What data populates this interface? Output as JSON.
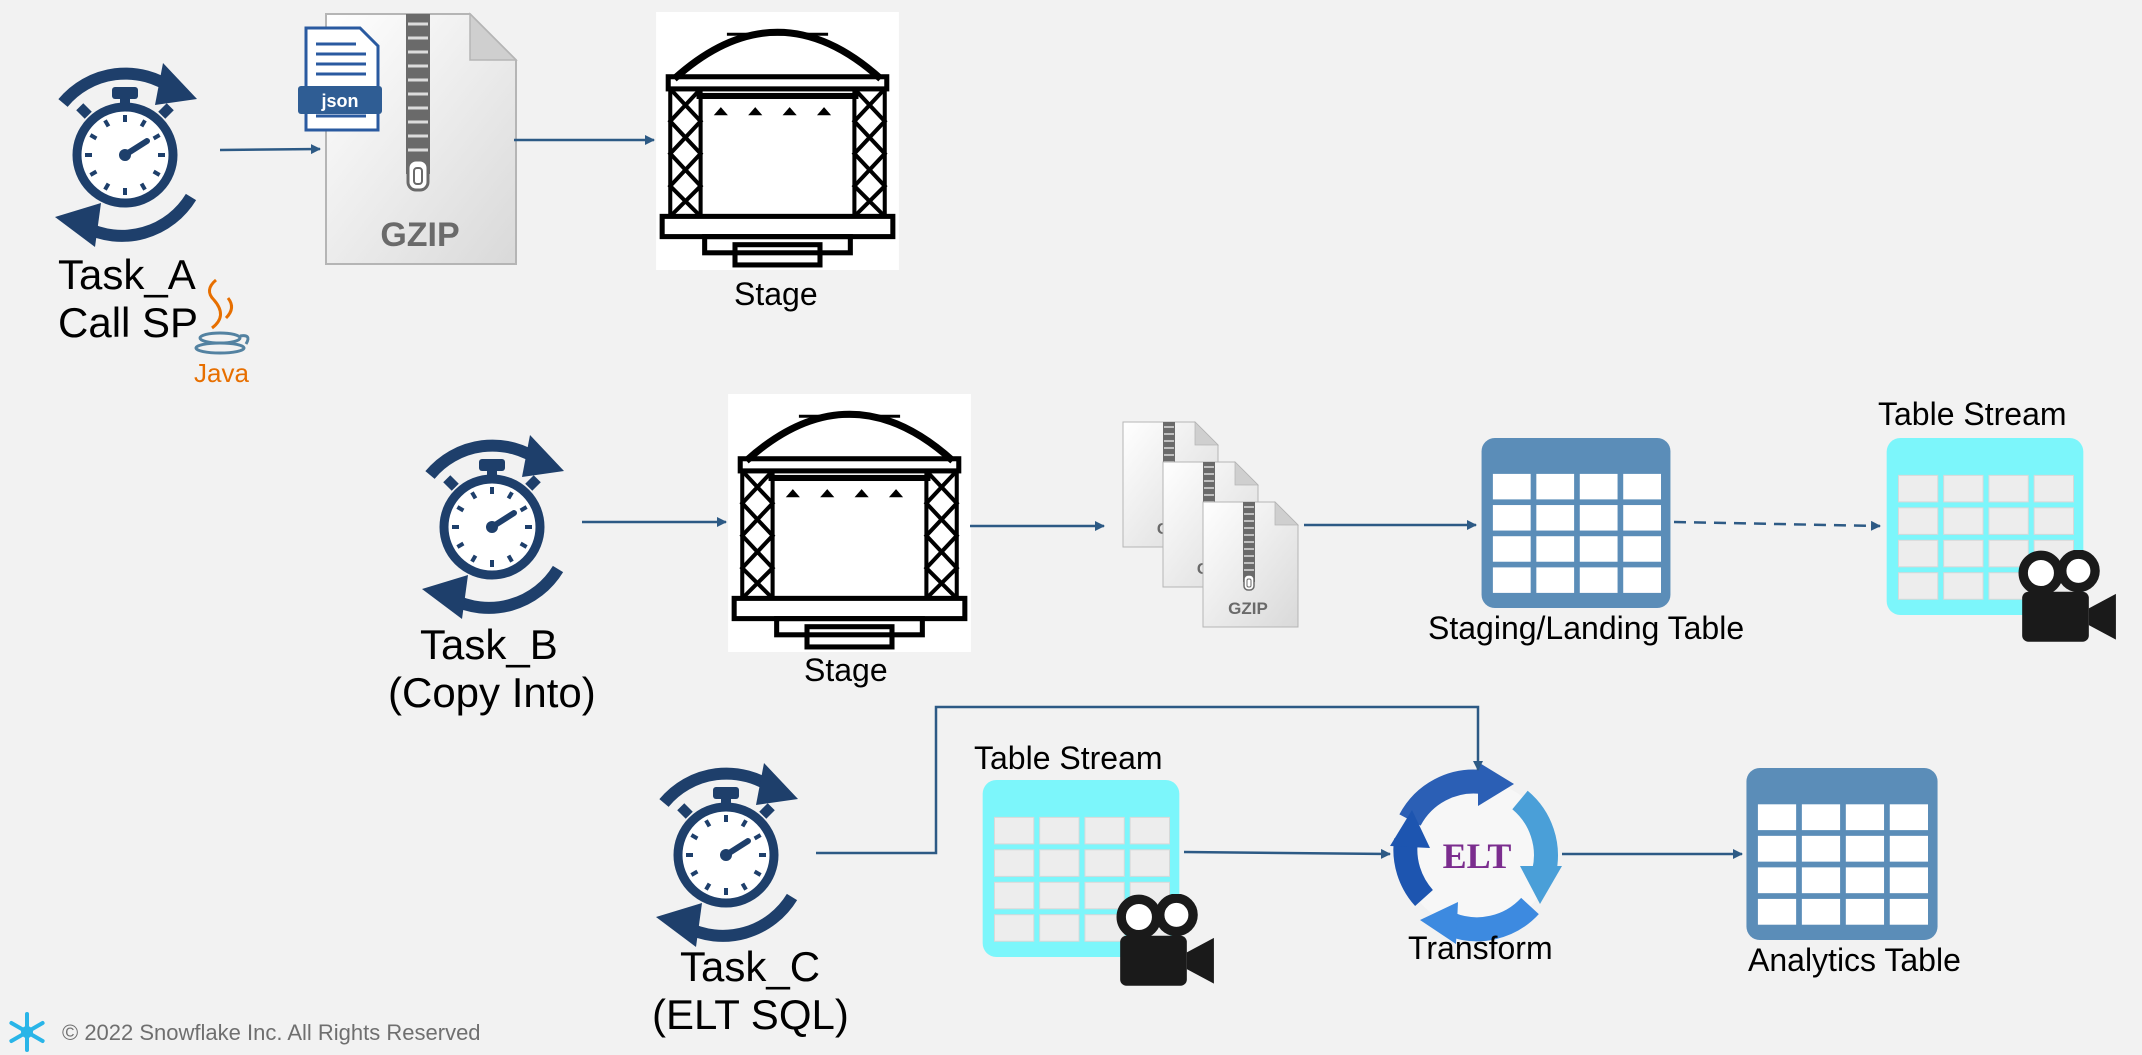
{
  "rows": {
    "a": {
      "task": "Task_A",
      "task_sub": "Call SP",
      "file_badge": "json",
      "file_label": "GZIP",
      "stage": "Stage",
      "java": "Java"
    },
    "b": {
      "task": "Task_B",
      "task_sub": "(Copy Into)",
      "stage": "Stage",
      "file_label": "GZIP",
      "file_label_partial": "GZ",
      "staging_table": "Staging/Landing Table",
      "stream": "Table Stream"
    },
    "c": {
      "task": "Task_C",
      "task_sub": "(ELT SQL)",
      "stream": "Table Stream",
      "elt_badge": "ELT",
      "transform": "Transform",
      "analytics_table": "Analytics Table"
    }
  },
  "footer": {
    "copyright": "© 2022 Snowflake Inc. All Rights Reserved"
  },
  "colors": {
    "navy": "#1e3f6b",
    "arrow": "#2d5a85",
    "table_blue": "#5b8db8",
    "stream_cyan": "#7cf6fb",
    "java_orange": "#e76f00",
    "elt_purple": "#7b2d8e",
    "snowflake": "#29b5e8"
  },
  "icons": [
    "stopwatch-cycle-icon",
    "gzip-file-icon",
    "json-document-icon",
    "stage-icon",
    "table-icon",
    "table-stream-icon",
    "video-camera-icon",
    "elt-cycle-icon",
    "java-icon",
    "snowflake-logo-icon"
  ]
}
